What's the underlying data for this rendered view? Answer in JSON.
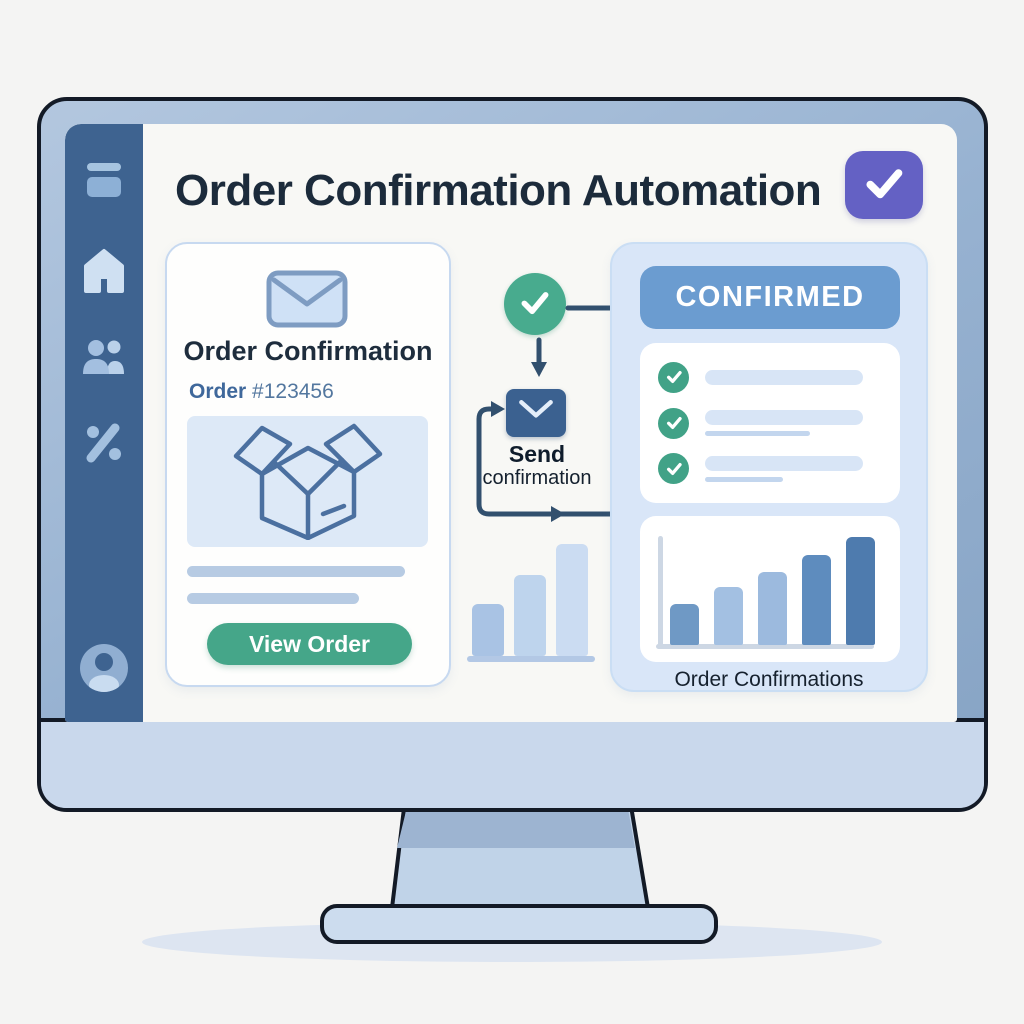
{
  "header": {
    "title": "Order Confirmation Automation",
    "check_button_icon": "check"
  },
  "sidebar": {
    "items": [
      {
        "icon": "menu-icon"
      },
      {
        "icon": "home-icon"
      },
      {
        "icon": "users-icon"
      },
      {
        "icon": "percent-icon"
      },
      {
        "icon": "profile-icon"
      }
    ]
  },
  "order_card": {
    "title": "Order Confirmation",
    "order_label": "Order",
    "order_number": "#123456",
    "button_label": "View Order"
  },
  "flow": {
    "start_node_icon": "check-circle",
    "send_label_line1": "Send",
    "send_label_line2": "confirmation"
  },
  "status_panel": {
    "banner_label": "CONFIRMED",
    "checklist": [
      {
        "icon": "check",
        "sub_line": false
      },
      {
        "icon": "check",
        "sub_line": true
      },
      {
        "icon": "check",
        "sub_line": true
      }
    ],
    "chart_caption": "Order Confirmations"
  },
  "colors": {
    "accent_purple": "#6461c4",
    "accent_green": "#48ab8e",
    "button_green": "#45a689",
    "banner_blue": "#6b9cd0",
    "sidebar_blue": "#3e6390",
    "arrow_slate": "#32506e"
  },
  "chart_data": [
    {
      "type": "bar",
      "title": "",
      "categories": [
        "1",
        "2",
        "3"
      ],
      "values": [
        52,
        81,
        112
      ],
      "colors": [
        "#a9c3e4",
        "#bed4ed",
        "#cbdcf2"
      ],
      "ylim": [
        0,
        120
      ],
      "note": "decorative unlabeled mini bar chart, increasing trend, no axes labels"
    },
    {
      "type": "bar",
      "title": "Order Confirmations",
      "categories": [
        "1",
        "2",
        "3",
        "4",
        "5"
      ],
      "values": [
        41,
        58,
        73,
        90,
        108
      ],
      "colors": [
        "#6f99c5",
        "#a3c0e2",
        "#9cbade",
        "#5e8cbe",
        "#4e7bae"
      ],
      "ylim": [
        0,
        120
      ],
      "note": "decorative unlabeled bar chart with plain axes, increasing trend"
    }
  ]
}
